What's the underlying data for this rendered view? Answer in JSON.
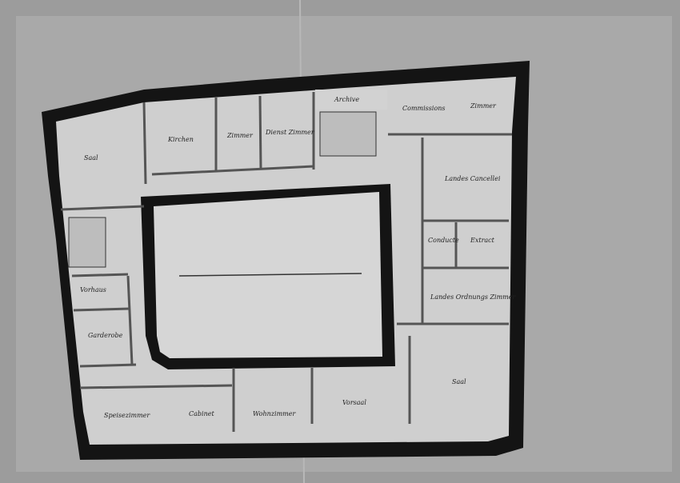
{
  "drawing": {
    "type": "floor-plan",
    "rooms": [
      {
        "id": "saal-west",
        "label": "Saal"
      },
      {
        "id": "kirchen",
        "label": "Kirchen"
      },
      {
        "id": "tauchner",
        "label": "Zimmer"
      },
      {
        "id": "dienst",
        "label": "Dienst Zimmer"
      },
      {
        "id": "archive",
        "label": "Archive"
      },
      {
        "id": "commissions",
        "label": "Commissions"
      },
      {
        "id": "sechszimmer",
        "label": "Zimmer"
      },
      {
        "id": "cancellei",
        "label": "Landes Cancellei"
      },
      {
        "id": "conducte",
        "label": "Conducte"
      },
      {
        "id": "extract",
        "label": "Extract"
      },
      {
        "id": "ordnung",
        "label": "Landes Ordnungs Zimmer"
      },
      {
        "id": "saal-east",
        "label": "Saal"
      },
      {
        "id": "vorhaus",
        "label": "Vorhaus"
      },
      {
        "id": "garderobe",
        "label": "Garderobe"
      },
      {
        "id": "speise",
        "label": "Speisezimmer"
      },
      {
        "id": "cabinet",
        "label": "Cabinet"
      },
      {
        "id": "wohn",
        "label": "Wohnzimmer"
      },
      {
        "id": "vorsaal",
        "label": "Vorsaal"
      }
    ]
  }
}
